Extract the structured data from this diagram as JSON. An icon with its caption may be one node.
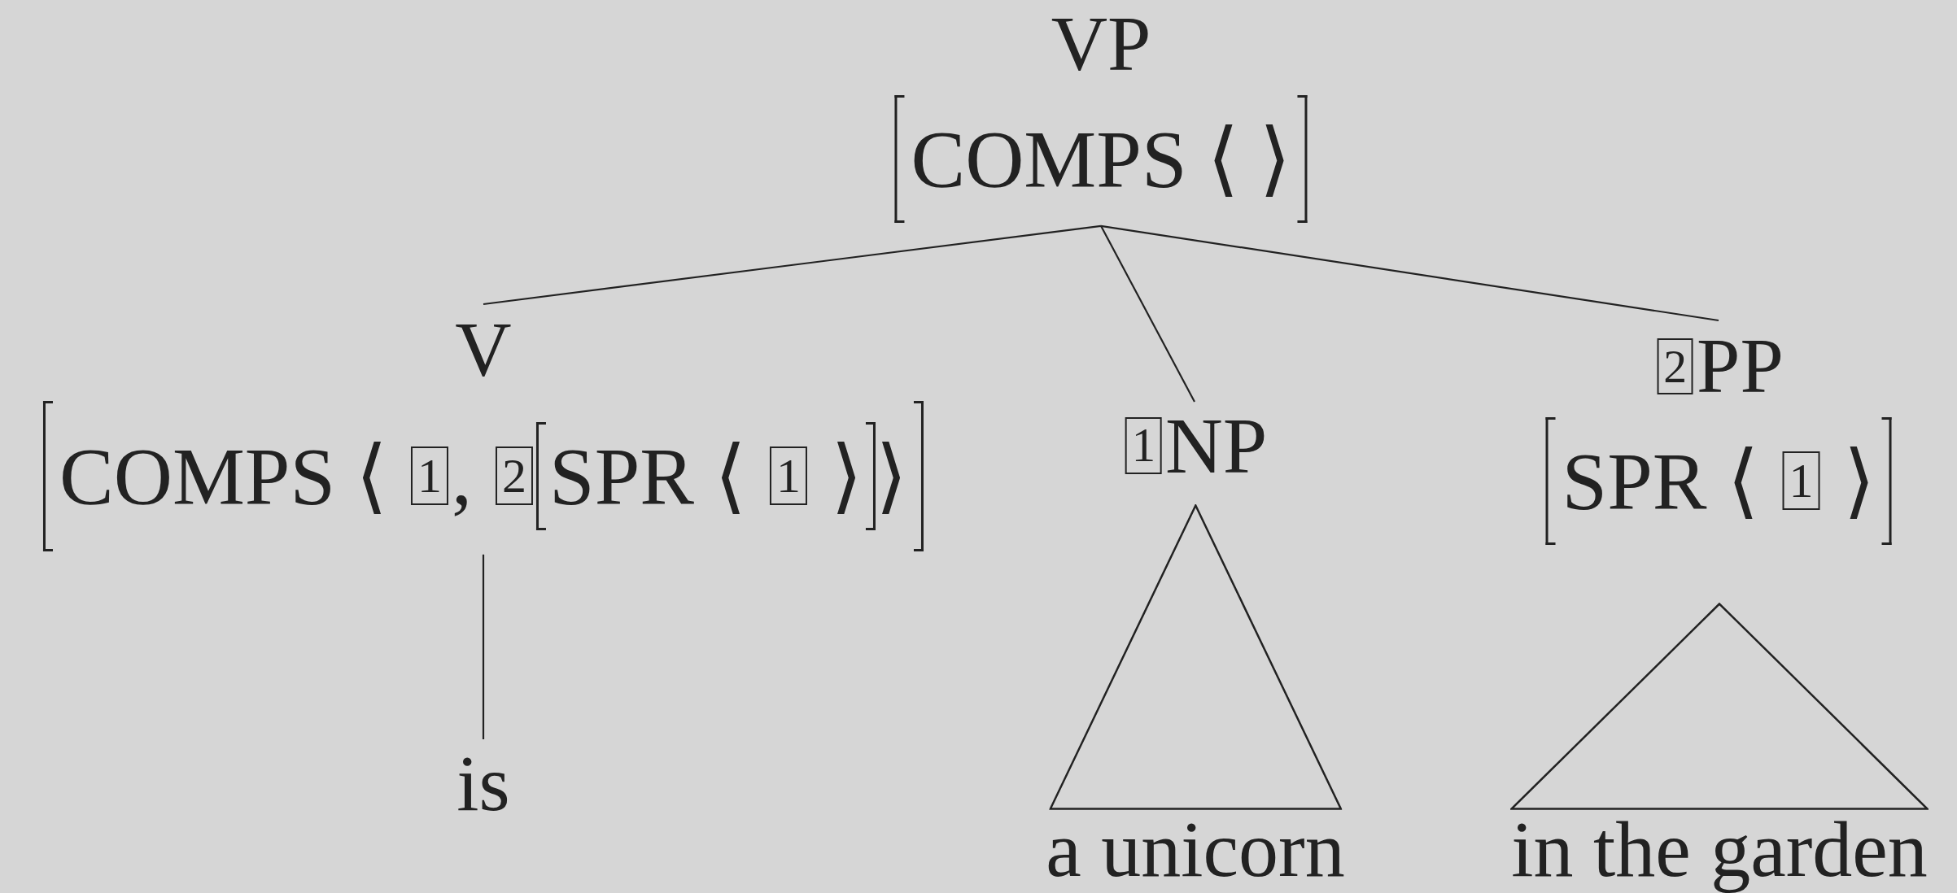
{
  "diagram": {
    "nodes": [
      {
        "text": [
          "VP",
          "COMPS ⟨ ⟩"
        ]
      },
      {
        "text": [
          "V",
          "COMPS ⟨ 1, 2",
          "SPR ⟨ 1 ⟩",
          "⟩"
        ]
      },
      {
        "text": [
          "1NP"
        ]
      },
      {
        "text": [
          "2PP",
          "SPR ⟨ 1 ⟩"
        ]
      },
      {
        "text": [
          "is"
        ]
      },
      {
        "text": [
          "a unicorn"
        ]
      },
      {
        "text": [
          "in the garden"
        ]
      }
    ],
    "edges": [
      {
        "from": 0,
        "to": 1,
        "arrow": "none"
      },
      {
        "from": 0,
        "to": 2,
        "arrow": "none"
      },
      {
        "from": 0,
        "to": 3,
        "arrow": "none"
      },
      {
        "from": 1,
        "to": 4,
        "arrow": "none"
      }
    ]
  }
}
